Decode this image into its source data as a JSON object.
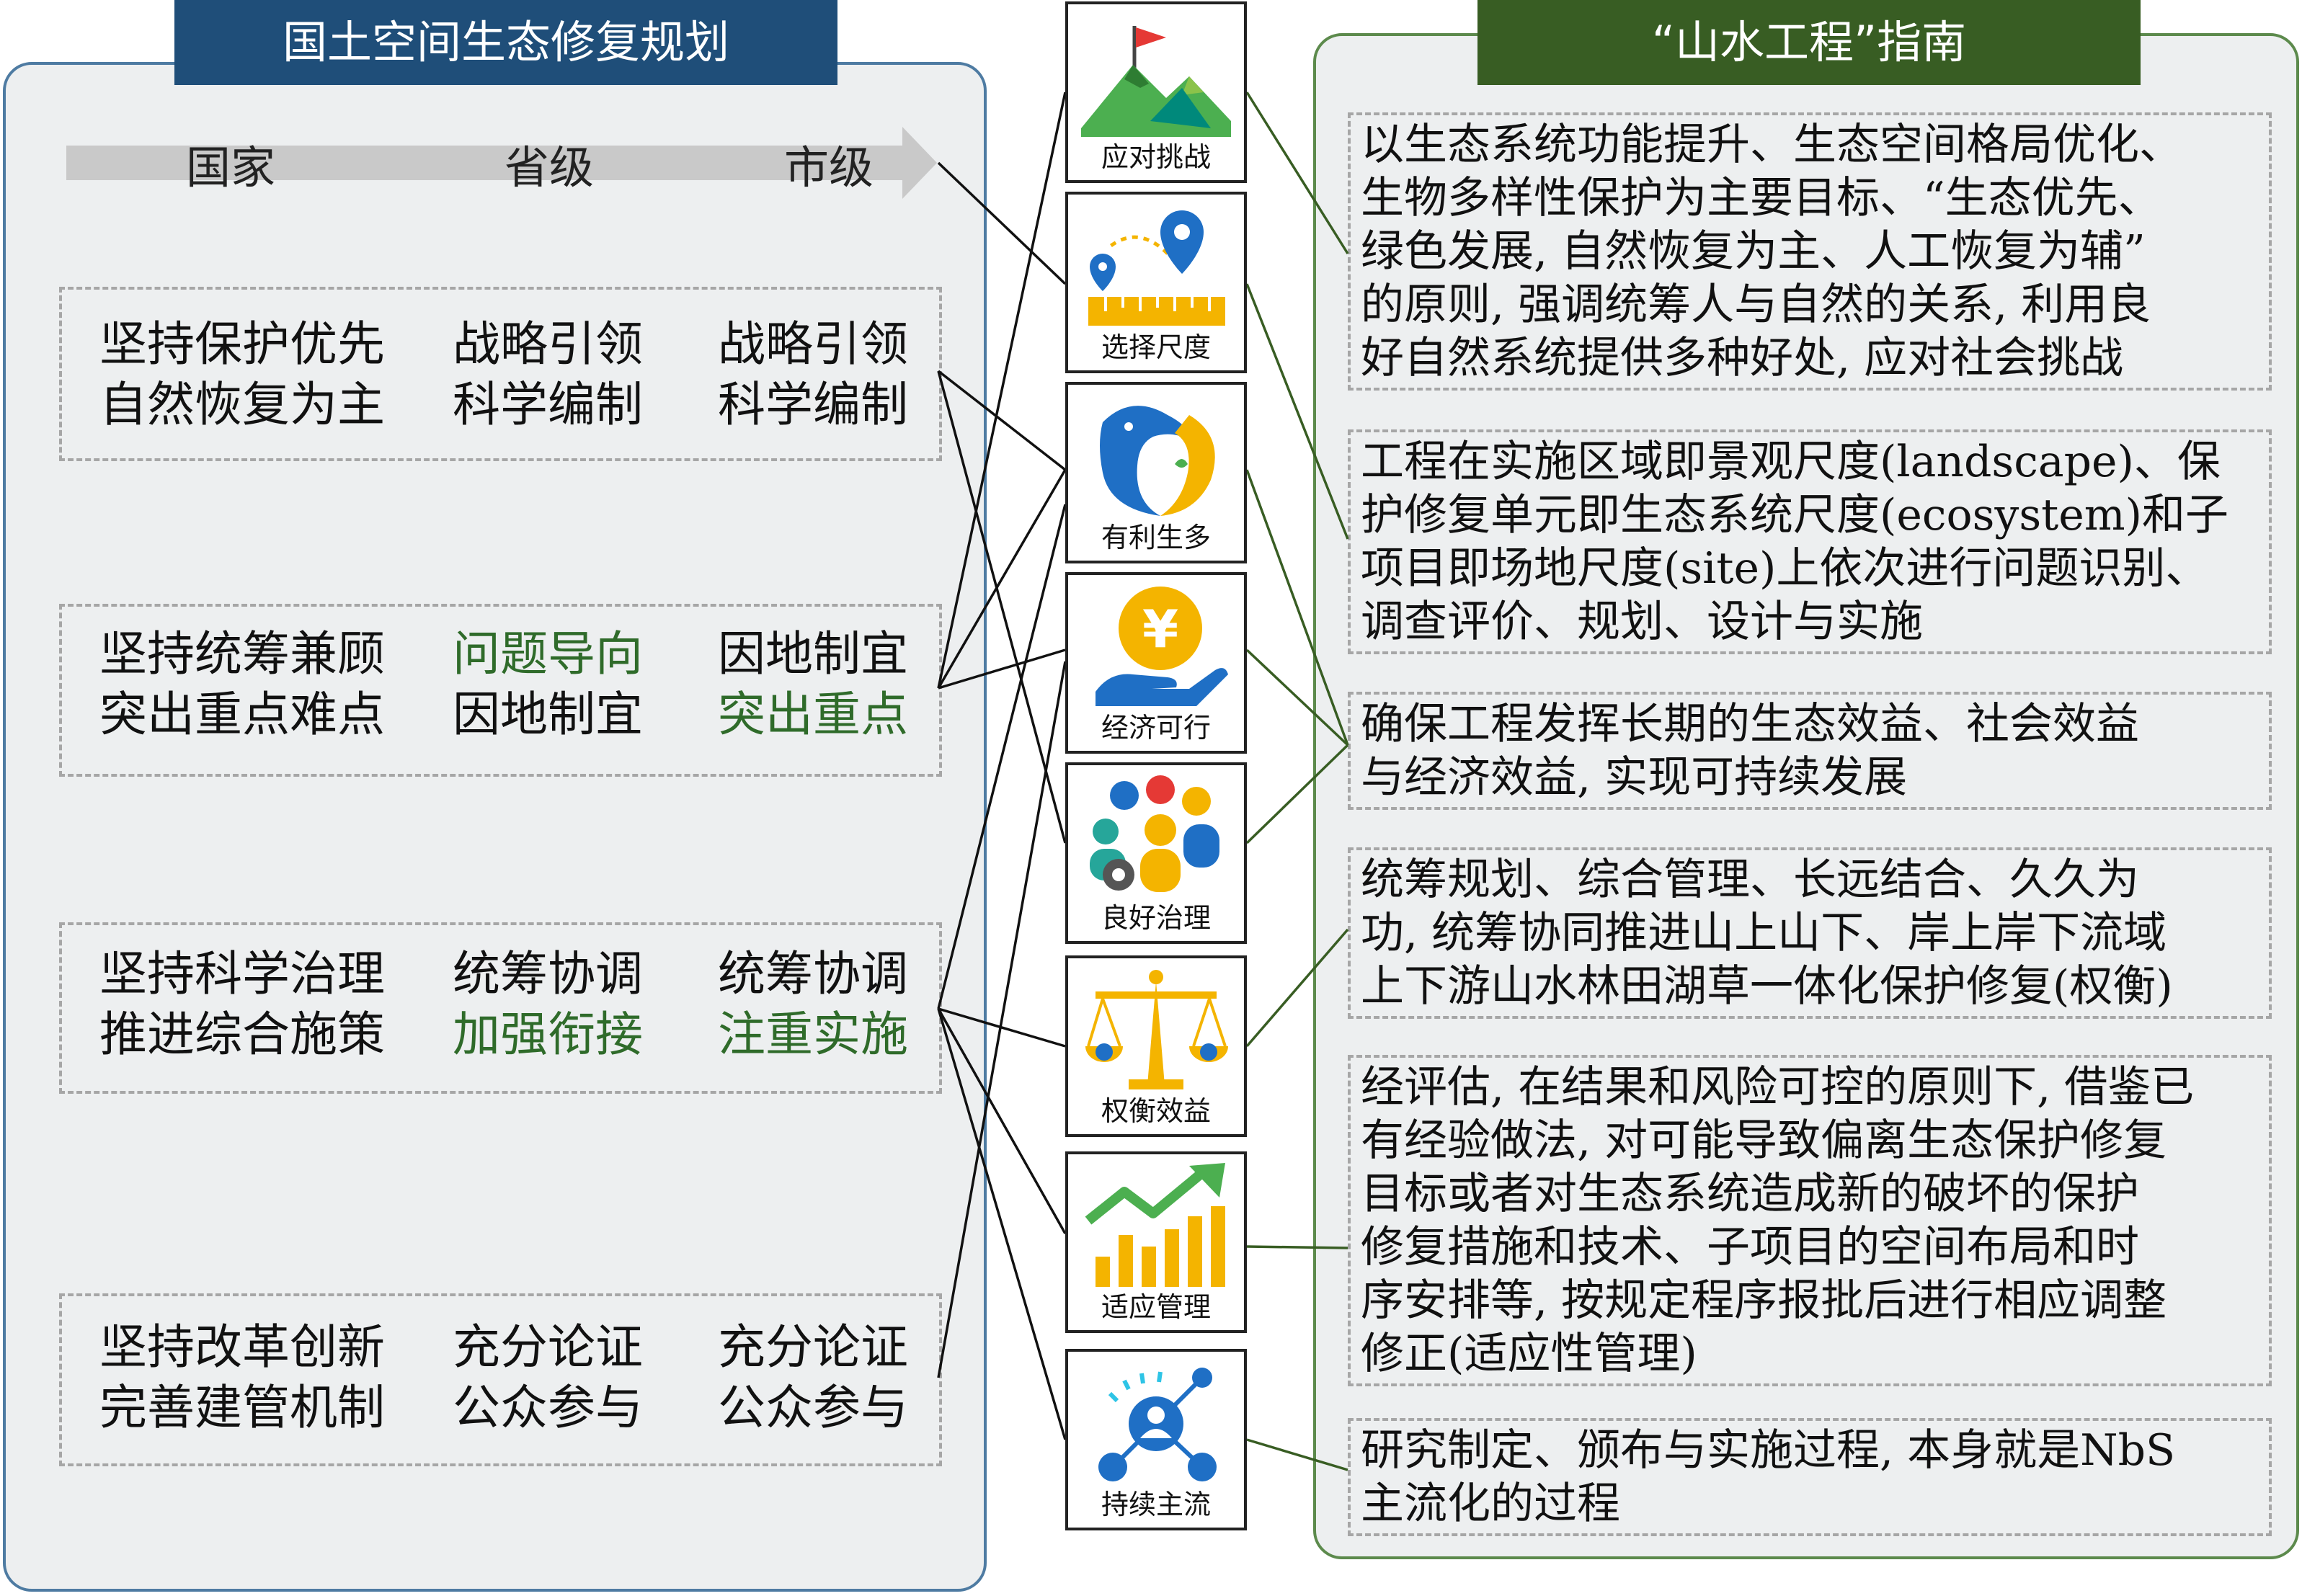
{
  "left_panel": {
    "title": "国土空间生态修复规划",
    "levels": [
      "国家",
      "省级",
      "市级"
    ],
    "groups": [
      {
        "national": [
          "坚持保护优先",
          "自然恢复为主"
        ],
        "provincial": [
          "战略引领",
          "科学编制"
        ],
        "municipal": [
          "战略引领",
          "科学编制"
        ]
      },
      {
        "national": [
          "坚持统筹兼顾",
          "突出重点难点"
        ],
        "provincial": [
          "问题导向",
          "因地制宜"
        ],
        "municipal": [
          "因地制宜",
          "突出重点"
        ]
      },
      {
        "national": [
          "坚持科学治理",
          "推进综合施策"
        ],
        "provincial": [
          "统筹协调",
          "加强衔接"
        ],
        "municipal": [
          "统筹协调",
          "注重实施"
        ]
      },
      {
        "national": [
          "坚持改革创新",
          "完善建管机制"
        ],
        "provincial": [
          "充分论证",
          "公众参与"
        ],
        "municipal": [
          "充分论证",
          "公众参与"
        ]
      }
    ]
  },
  "criteria": [
    {
      "label": "应对挑战",
      "icon": "flag-mountain-icon"
    },
    {
      "label": "选择尺度",
      "icon": "map-pin-ruler-icon"
    },
    {
      "label": "有利生多",
      "icon": "biodiversity-icon"
    },
    {
      "label": "经济可行",
      "icon": "yuan-hand-icon"
    },
    {
      "label": "良好治理",
      "icon": "governance-people-icon"
    },
    {
      "label": "权衡效益",
      "icon": "balance-scale-icon"
    },
    {
      "label": "适应管理",
      "icon": "growth-chart-icon"
    },
    {
      "label": "持续主流",
      "icon": "network-person-icon"
    }
  ],
  "right_panel": {
    "title": "“山水工程”指南",
    "descriptions": [
      [
        "以生态系统功能提升、生态空间格局优化、",
        "生物多样性保护为主要目标、“生态优先、",
        "绿色发展, 自然恢复为主、人工恢复为辅”",
        "的原则, 强调统筹人与自然的关系, 利用良",
        "好自然系统提供多种好处, 应对社会挑战"
      ],
      [
        "工程在实施区域即景观尺度(landscape)、保",
        "护修复单元即生态系统尺度(ecosystem)和子",
        "项目即场地尺度(site)上依次进行问题识别、",
        "调查评价、规划、设计与实施"
      ],
      [
        "确保工程发挥长期的生态效益、社会效益",
        "与经济效益, 实现可持续发展"
      ],
      [
        "统筹规划、综合管理、长远结合、久久为",
        "功, 统筹协同推进山上山下、岸上岸下流域",
        "上下游山水林田湖草一体化保护修复(权衡)"
      ],
      [
        "经评估, 在结果和风险可控的原则下, 借鉴已",
        "有经验做法, 对可能导致偏离生态保护修复",
        "目标或者对生态系统造成新的破坏的保护",
        "修复措施和技术、子项目的空间布局和时",
        "序安排等, 按规定程序报批后进行相应调整",
        "修正(适应性管理)"
      ],
      [
        "研究制定、颁布与实施过程, 本身就是NbS",
        "主流化的过程"
      ]
    ]
  },
  "colors": {
    "left_header": "#1f4e79",
    "right_header": "#385d23",
    "panel_bg": "#edeff0",
    "green_text": "#2f6b2a",
    "yellow": "#f4b400",
    "blue": "#1f6fc5"
  }
}
